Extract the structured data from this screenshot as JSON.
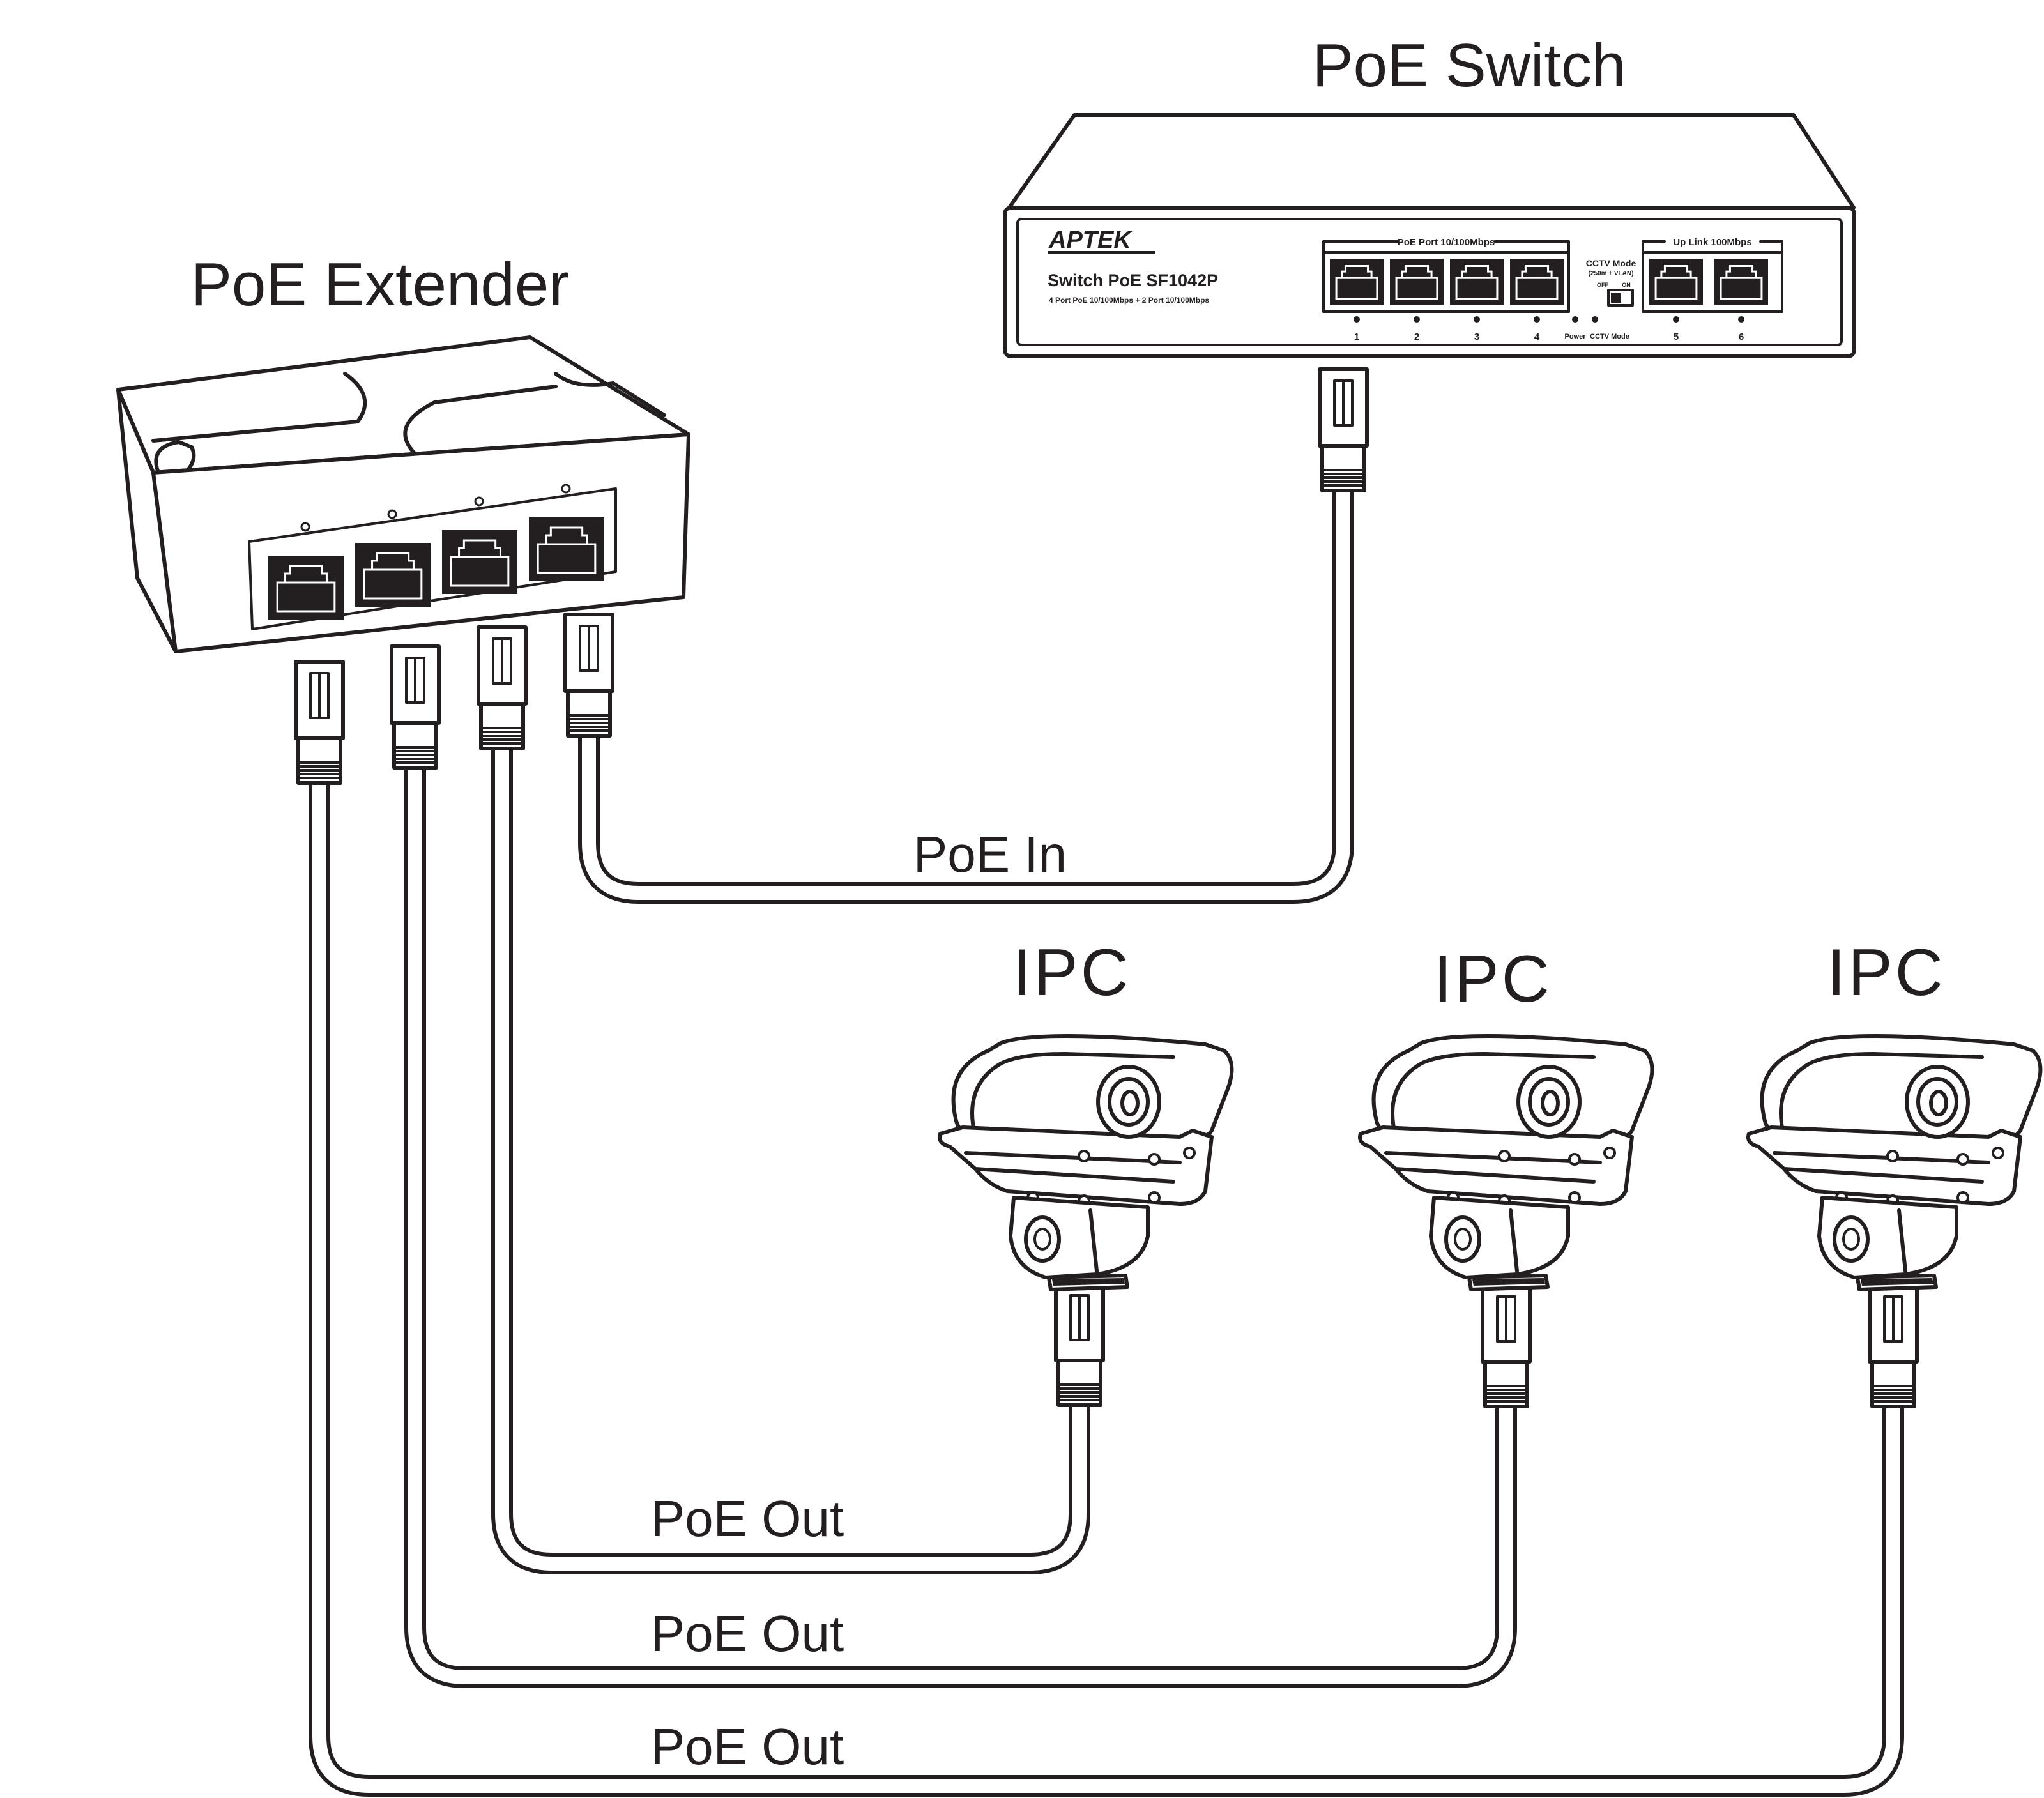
{
  "labels": {
    "switch_title": "PoE Switch",
    "extender_title": "PoE Extender",
    "poe_in": "PoE In",
    "poe_out": [
      "PoE Out",
      "PoE Out",
      "PoE Out"
    ],
    "ipc": [
      "IPC",
      "IPC",
      "IPC"
    ]
  },
  "switch_panel": {
    "brand": "APTEK",
    "model": "Switch PoE SF1042P",
    "spec": "4 Port PoE 10/100Mbps + 2 Port 10/100Mbps",
    "poe_port_group": "PoE Port 10/100Mbps",
    "uplink_group": "Up Link 100Mbps",
    "cctv_mode": "CCTV Mode",
    "cctv_mode_sub": "(250m + VLAN)",
    "off": "OFF",
    "on": "ON",
    "power": "Power",
    "cctv_mode_led": "CCTV Mode",
    "port_numbers": [
      "1",
      "2",
      "3",
      "4",
      "5",
      "6"
    ]
  },
  "colors": {
    "ink": "#231f20",
    "background": "#ffffff"
  }
}
